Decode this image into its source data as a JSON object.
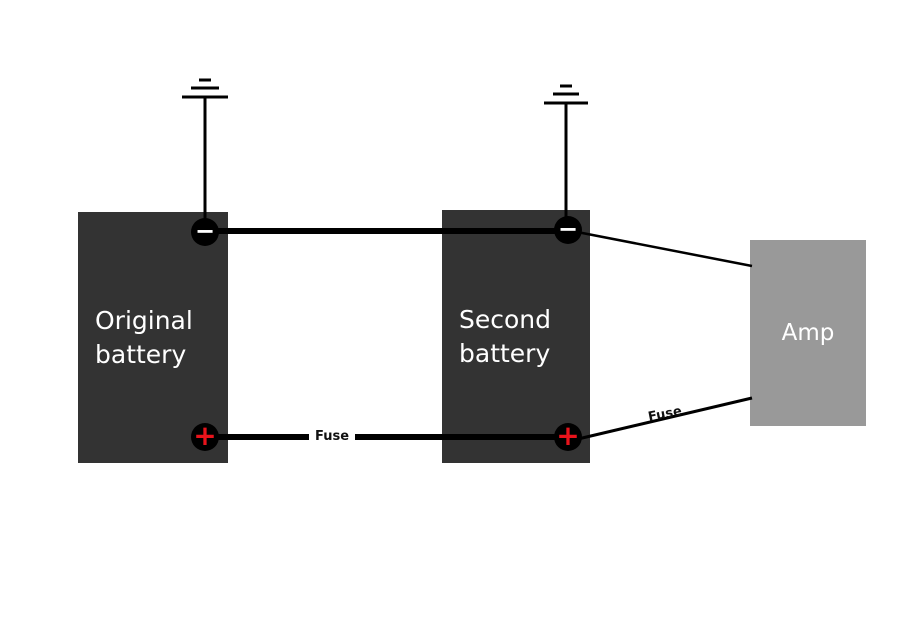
{
  "diagram": {
    "original_battery": {
      "label": "Original battery"
    },
    "second_battery": {
      "label": "Second battery"
    },
    "amp": {
      "label": "Amp"
    },
    "fuse_left": "Fuse",
    "fuse_right": "Fuse",
    "signs": {
      "negative": "−",
      "positive": "+"
    },
    "colors": {
      "battery_fill": "#333333",
      "amp_fill": "#999999",
      "wire": "#000000",
      "positive_sign": "#e8131b",
      "terminal_fill": "#000000",
      "label_text": "#ffffff"
    }
  }
}
